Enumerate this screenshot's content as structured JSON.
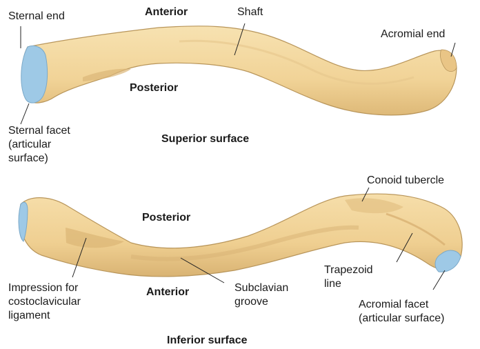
{
  "superior": {
    "anterior": "Anterior",
    "shaft": "Shaft",
    "sternal_end": "Sternal end",
    "acromial_end": "Acromial end",
    "posterior": "Posterior",
    "sternal_facet": "Sternal facet\n(articular\nsurface)",
    "title": "Superior surface"
  },
  "inferior": {
    "conoid_tubercle": "Conoid tubercle",
    "posterior": "Posterior",
    "trapezoid_line": "Trapezoid\nline",
    "impression": "Impression for\ncostoclavicular\nligament",
    "anterior": "Anterior",
    "subclavian_groove": "Subclavian\ngroove",
    "acromial_facet": "Acromial facet\n(articular surface)",
    "title": "Inferior surface"
  },
  "colors": {
    "bone_fill": "#f3d69b",
    "bone_shade": "#dcb777",
    "bone_outline": "#b8955a",
    "articular": "#9ec9e6",
    "leader": "#222222"
  }
}
